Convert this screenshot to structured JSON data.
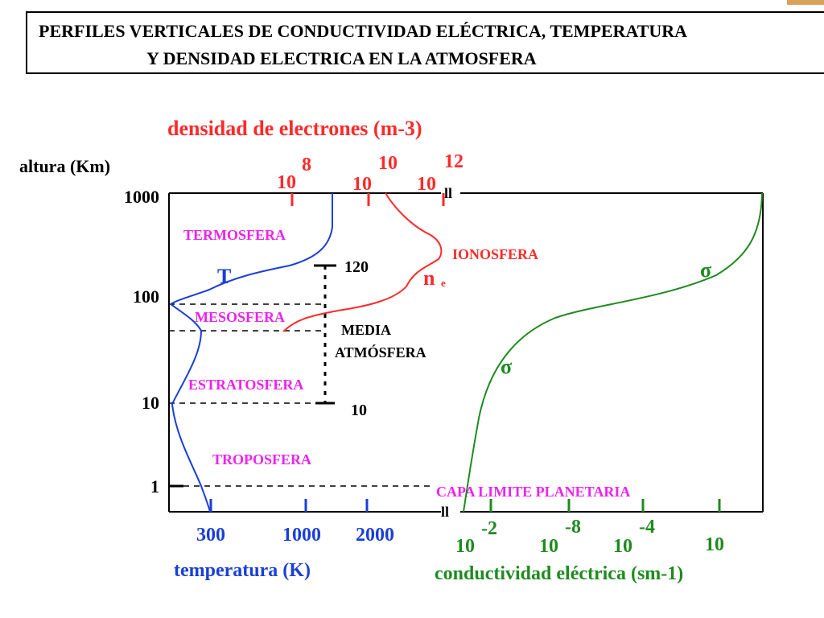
{
  "title": {
    "line1": "PERFILES VERTICALES DE CONDUCTIVIDAD ELÉCTRICA, TEMPERATURA",
    "line2": "Y DENSIDAD ELECTRICA EN LA ATMOSFERA"
  },
  "axes": {
    "y_label": "altura (Km)",
    "y_ticks": [
      "1000",
      "100",
      "10",
      "1"
    ],
    "top_label": "densidad de electrones (m-3)",
    "top_ticks": [
      {
        "base": "10",
        "exp": "8"
      },
      {
        "base": "10",
        "exp": "10"
      },
      {
        "base": "10",
        "exp": "12"
      }
    ],
    "bottom_temp_label": "temperatura (K)",
    "bottom_temp_ticks": [
      "300",
      "1000",
      "2000"
    ],
    "bottom_cond_label": "conductividad eléctrica (sm-1)",
    "bottom_cond_ticks": [
      {
        "base": "10",
        "exp": "-2"
      },
      {
        "base": "10",
        "exp": "-8"
      },
      {
        "base": "10",
        "exp": "-4"
      },
      {
        "base": "10",
        "exp": ""
      }
    ],
    "break_mark": "ll"
  },
  "layers": {
    "termosfera": "TERMOSFERA",
    "mesosfera": "MESOSFERA",
    "estratosfera": "ESTRATOSFERA",
    "troposfera": "TROPOSFERA",
    "capa_limite": "CAPA LIMITE PLANETARIA",
    "ionosfera": "IONOSFERA",
    "media_line1": "MEDIA",
    "media_line2": "ATMÓSFERA"
  },
  "markers": {
    "top_height": "120",
    "bottom_height": "10",
    "temp_symbol": "T",
    "cond_symbol": "σ",
    "density_symbol": "n",
    "density_sub": "e"
  },
  "colors": {
    "temperature": "#1a3fd6",
    "density": "#ff2a2a",
    "conductivity": "#1f8a1f",
    "layer_text": "#ee22ee",
    "axis": "#000000"
  }
}
